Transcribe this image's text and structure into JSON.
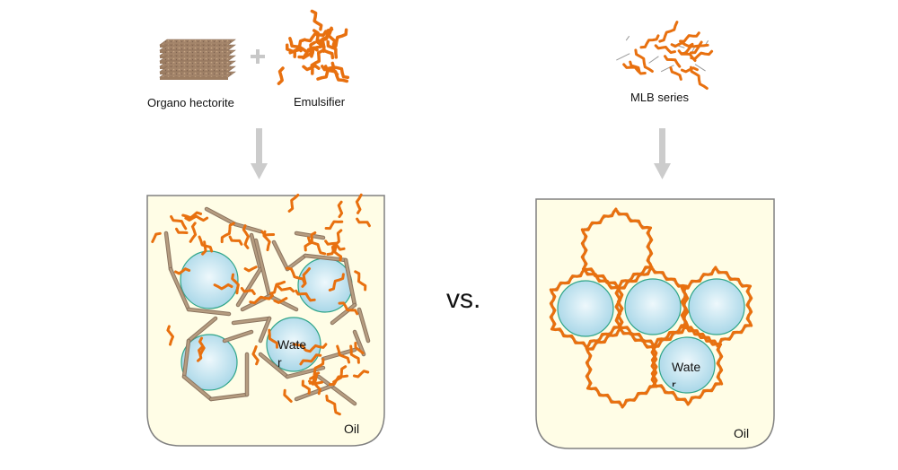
{
  "left_panel": {
    "inputs": [
      {
        "label": "Organo hectorite",
        "icon": "layered-clay-stack"
      },
      {
        "label": "Emulsifier",
        "icon": "tangled-polymer-chains"
      }
    ],
    "operator": "+",
    "container": {
      "phase_label": "Oil",
      "droplet_label_line1": "Wate",
      "droplet_label_line2": "r"
    }
  },
  "comparison_label": "vs.",
  "right_panel": {
    "inputs": [
      {
        "label": "MLB series",
        "icon": "polymer-network"
      }
    ],
    "container": {
      "phase_label": "Oil",
      "droplet_label_line1": "Wate",
      "droplet_label_line2": "r"
    }
  },
  "colors": {
    "container_fill": "#fffde6",
    "container_border": "#7f7f7f",
    "droplet_fill": "#bfe3ef",
    "droplet_border": "#2fa58a",
    "chain_orange": "#e8700f",
    "clay_brown": "#a38a6d",
    "arrow_gray": "#cccccc"
  }
}
